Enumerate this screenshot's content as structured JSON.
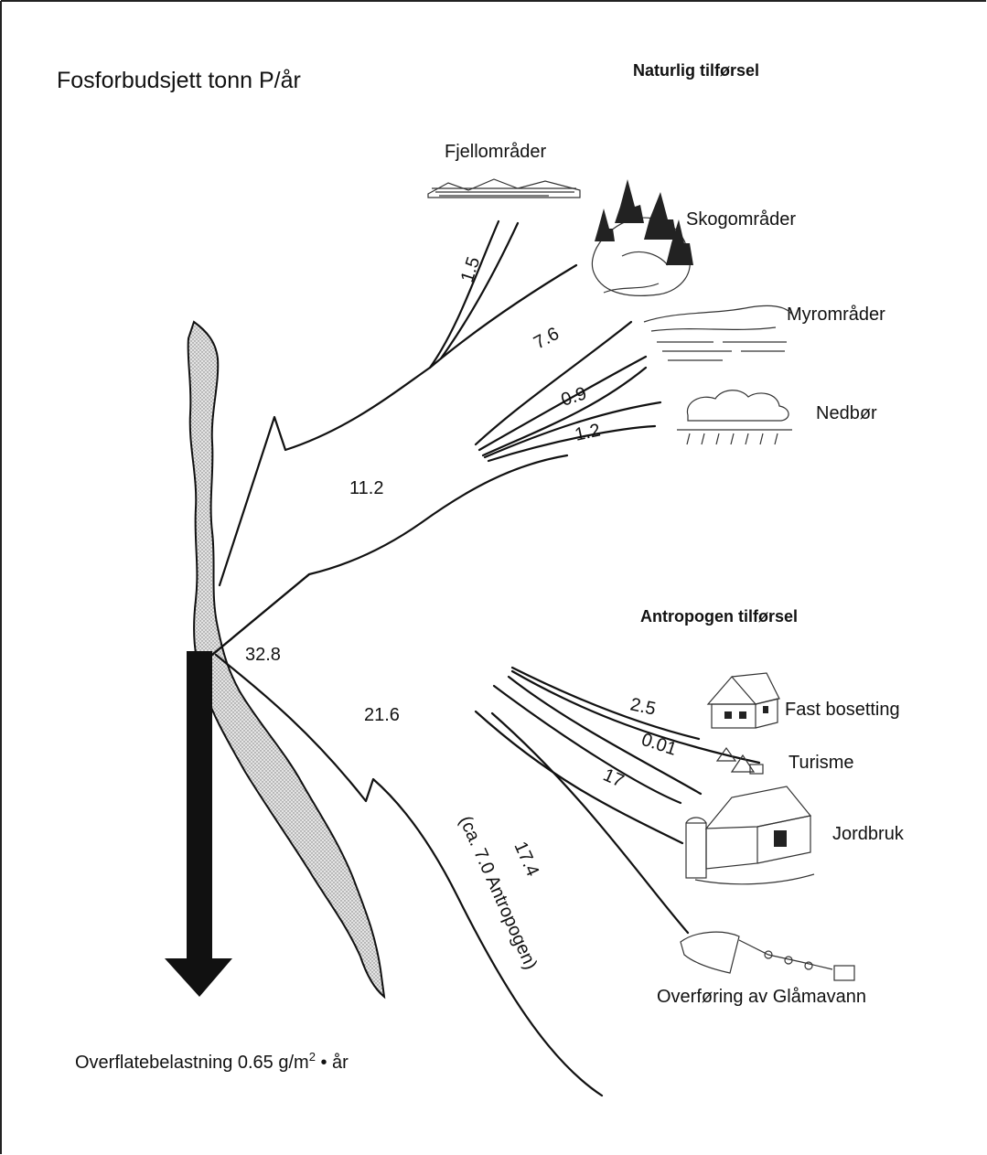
{
  "title": "Fosforbudsjett tonn P/år",
  "headings": {
    "natural": "Naturlig tilførsel",
    "anthropogenic": "Antropogen tilførsel"
  },
  "sources": {
    "mountains": "Fjellområder",
    "forest": "Skogområder",
    "bogs": "Myrområder",
    "precipitation": "Nedbør",
    "settlement": "Fast bosetting",
    "tourism": "Turisme",
    "agriculture": "Jordbruk",
    "transfer": "Overføring av Glåmavann"
  },
  "values": {
    "mountains": "1.5",
    "forest": "7.6",
    "bogs": "0.9",
    "precipitation": "1.2",
    "natural_total": "11.2",
    "grand_total": "32.8",
    "anthropogenic_total": "21.6",
    "settlement": "2.5",
    "tourism": "0.01",
    "agriculture": "17",
    "transfer": "17.4",
    "transfer_note": "(ca. 7.0 Antropogen)"
  },
  "outflow": {
    "label_main": "Overflatebelastning 0.65 g/m",
    "label_sup": "2",
    "label_end": " • år"
  },
  "colors": {
    "ink": "#111111",
    "lake_fill": "#d8d8d8"
  }
}
